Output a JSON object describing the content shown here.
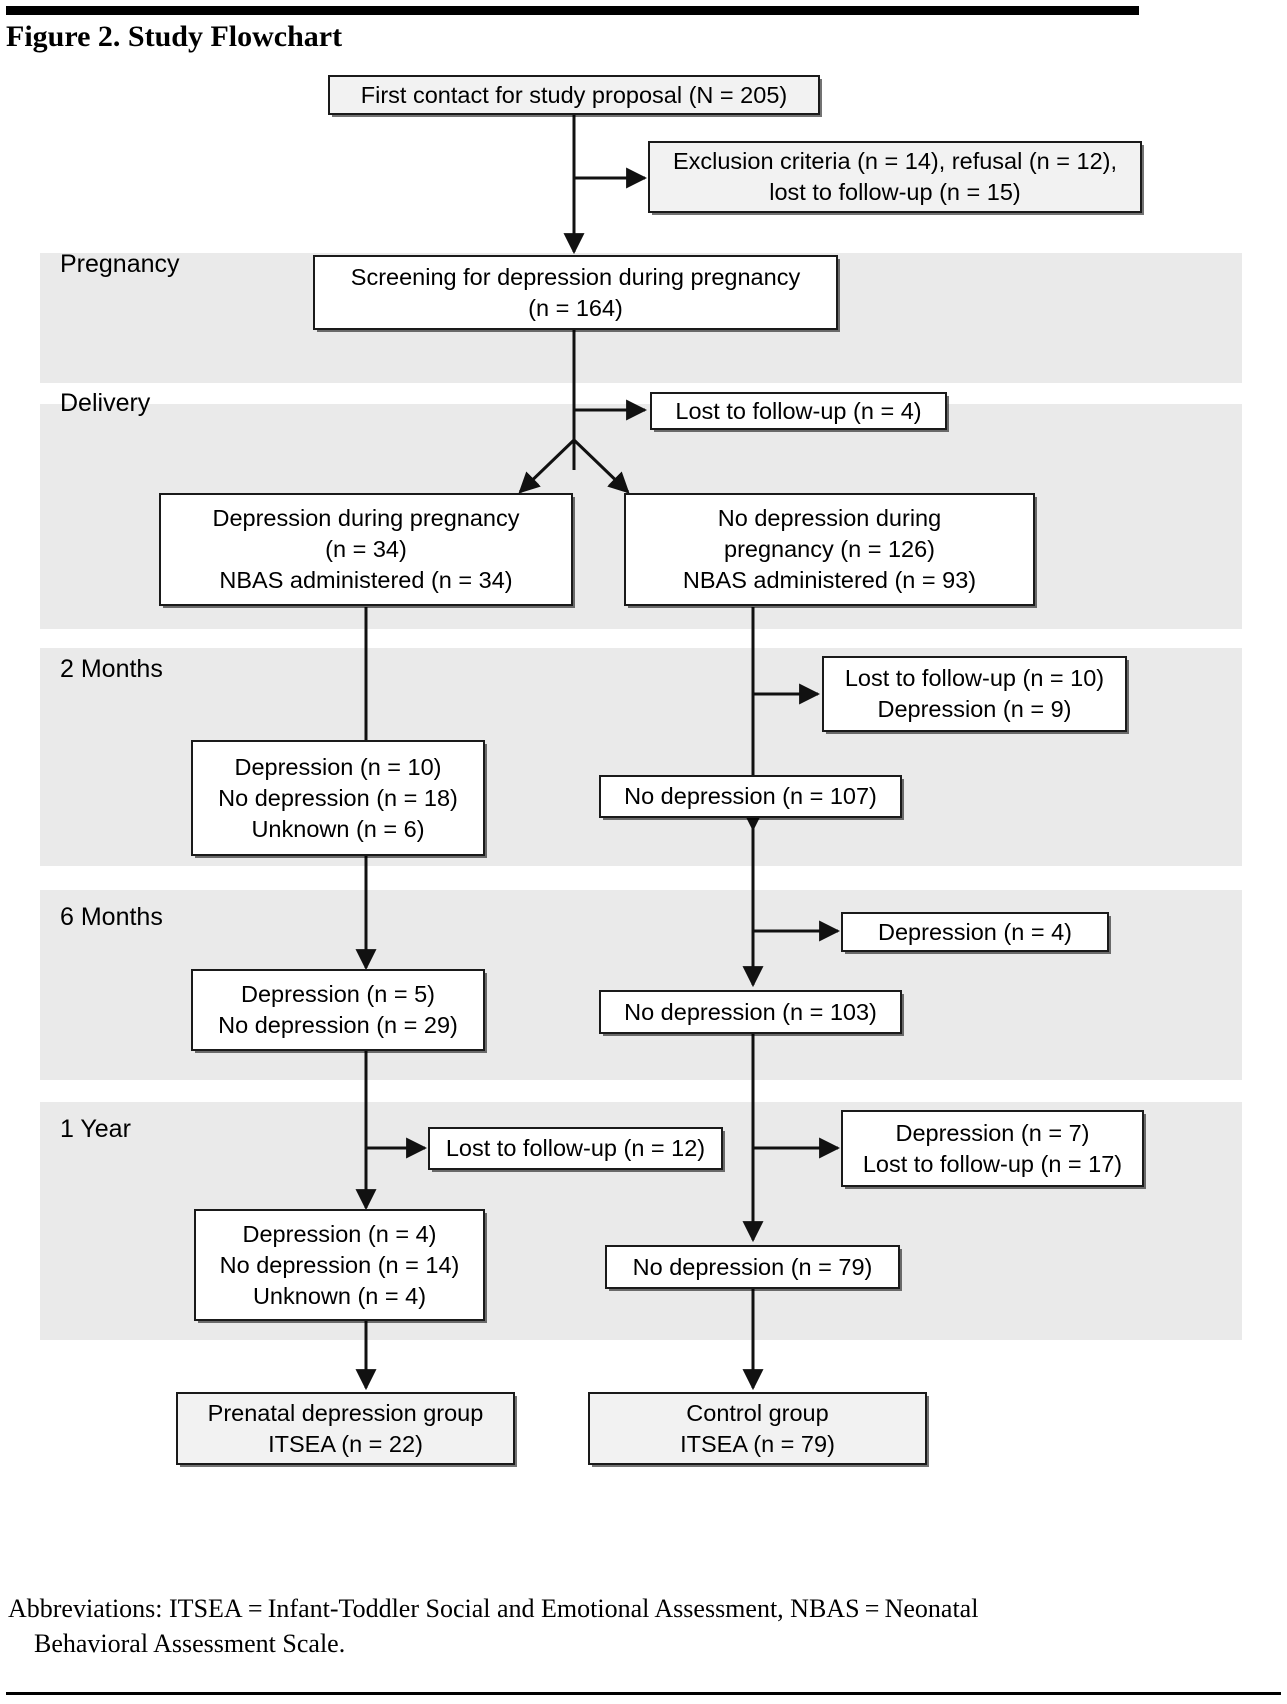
{
  "figure": {
    "title": "Figure 2. Study Flowchart",
    "abbreviations_line1": "Abbreviations: ITSEA = Infant-Toddler Social and Emotional Assessment, NBAS = Neonatal",
    "abbreviations_line2": "Behavioral Assessment Scale."
  },
  "bands": [
    {
      "label": "Pregnancy"
    },
    {
      "label": "Delivery"
    },
    {
      "label": "2 Months"
    },
    {
      "label": "6 Months"
    },
    {
      "label": "1 Year"
    }
  ],
  "nodes": {
    "first_contact": "First contact for study proposal (N = 205)",
    "exclusion_l1": "Exclusion criteria (n = 14), refusal (n = 12),",
    "exclusion_l2": "lost to follow-up (n = 15)",
    "screening_l1": "Screening for depression during pregnancy",
    "screening_l2": "(n = 164)",
    "delivery_lost": "Lost to follow-up (n = 4)",
    "dep_preg_l1": "Depression during pregnancy",
    "dep_preg_l2": "(n = 34)",
    "dep_preg_l3": "NBAS administered (n = 34)",
    "nodep_preg_l1": "No depression during",
    "nodep_preg_l2": "pregnancy (n = 126)",
    "nodep_preg_l3": "NBAS administered  (n = 93)",
    "m2_left_l1": "Depression (n = 10)",
    "m2_left_l2": "No depression (n = 18)",
    "m2_left_l3": "Unknown (n = 6)",
    "m2_side_l1": "Lost to follow-up (n = 10)",
    "m2_side_l2": "Depression (n = 9)",
    "m2_right": "No depression (n = 107)",
    "m6_left_l1": "Depression (n = 5)",
    "m6_left_l2": "No depression (n = 29)",
    "m6_side": "Depression (n = 4)",
    "m6_right": "No depression (n = 103)",
    "y1_mid_side": "Lost to follow-up (n = 12)",
    "y1_side_l1": "Depression (n = 7)",
    "y1_side_l2": "Lost to follow-up (n = 17)",
    "y1_left_l1": "Depression (n = 4)",
    "y1_left_l2": "No depression (n = 14)",
    "y1_left_l3": "Unknown (n = 4)",
    "y1_right": "No depression (n = 79)",
    "final_left_l1": "Prenatal depression group",
    "final_left_l2": "ITSEA (n = 22)",
    "final_right_l1": "Control group",
    "final_right_l2": "ITSEA (n = 79)"
  },
  "colors": {
    "band_fill": "#eaeaea",
    "box_border": "#1a1a1a",
    "box_fill": "#ffffff",
    "box_fill_shaded": "#f2f2f2",
    "rule": "#000000"
  }
}
